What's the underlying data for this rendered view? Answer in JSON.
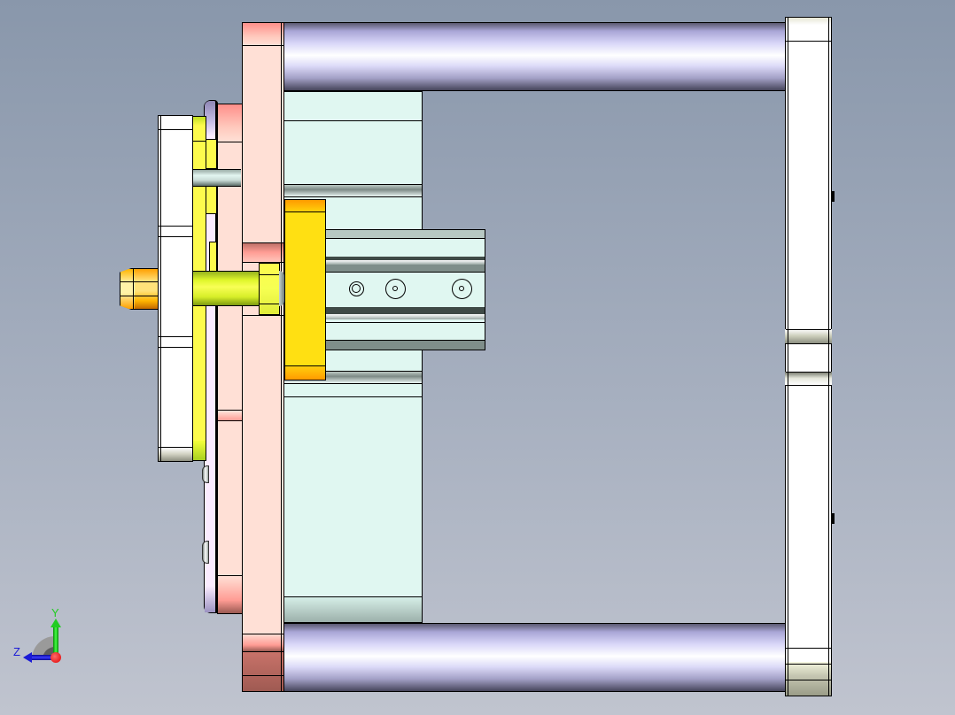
{
  "viewport": {
    "title": "CAD assembly side view",
    "background_top": "#8997ab",
    "background_bottom": "#c0c4cf"
  },
  "triad": {
    "y_label": "Y",
    "z_label": "Z",
    "y_color": "#22cc22",
    "z_color": "#1a1ad6",
    "origin_color": "#ff1a1a"
  },
  "parts": {
    "guide_rod_top": {
      "color": "#d8d6f8"
    },
    "guide_rod_bottom": {
      "color": "#d8d6f8"
    },
    "end_plate_right": {
      "color": "#ffffff"
    },
    "mounting_plate": {
      "color": "#ffe0d6"
    },
    "support_block": {
      "color": "#e0f7f1"
    },
    "clamp_block": {
      "color": "#ffe012"
    },
    "cylinder": {
      "color": "#e0f7f1",
      "ports": 3
    },
    "piston_rod": {
      "color": "#f8ff55"
    },
    "nozzle": {
      "color": "#ffb400"
    },
    "front_plate": {
      "color": "#ffffff"
    },
    "lavender_plate": {
      "color": "#fbecff"
    }
  }
}
